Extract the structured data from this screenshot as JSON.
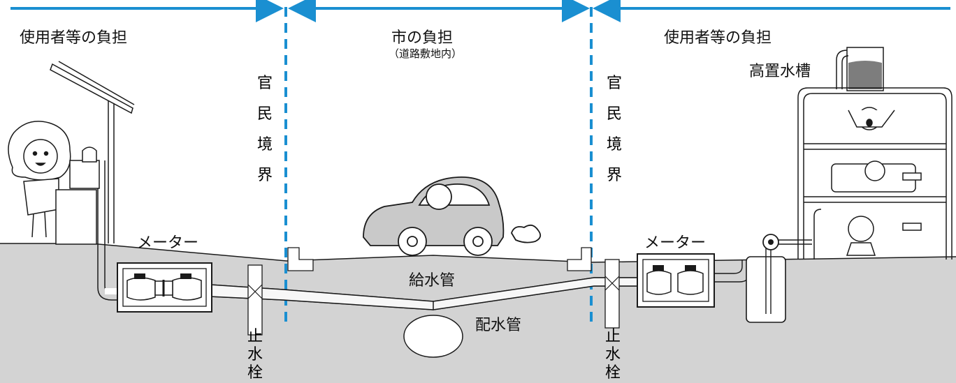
{
  "labels": {
    "left_burden": "使用者等の負担",
    "city_burden": "市の負担",
    "city_burden_sub": "（道路敷地内）",
    "right_burden": "使用者等の負担",
    "elevated_tank": "高置水槽",
    "meter_left": "メーター",
    "meter_right": "メーター",
    "service_pipe": "給水管",
    "distribution_main": "配水管",
    "boundary_left": [
      "官",
      "民",
      "境",
      "界"
    ],
    "boundary_right": [
      "官",
      "民",
      "境",
      "界"
    ],
    "stop_valve_left": [
      "止",
      "水",
      "栓"
    ],
    "stop_valve_right": [
      "止",
      "水",
      "栓"
    ]
  },
  "colors": {
    "accent_blue": "#1a8fd1",
    "ground": "#d3d3d3",
    "line": "#1a1a1a"
  },
  "icons": [
    "woman-at-sink-icon",
    "house-roof-icon",
    "car-with-driver-icon",
    "apartment-building-icon",
    "water-tank-icon",
    "water-meter-icon",
    "pump-icon"
  ]
}
